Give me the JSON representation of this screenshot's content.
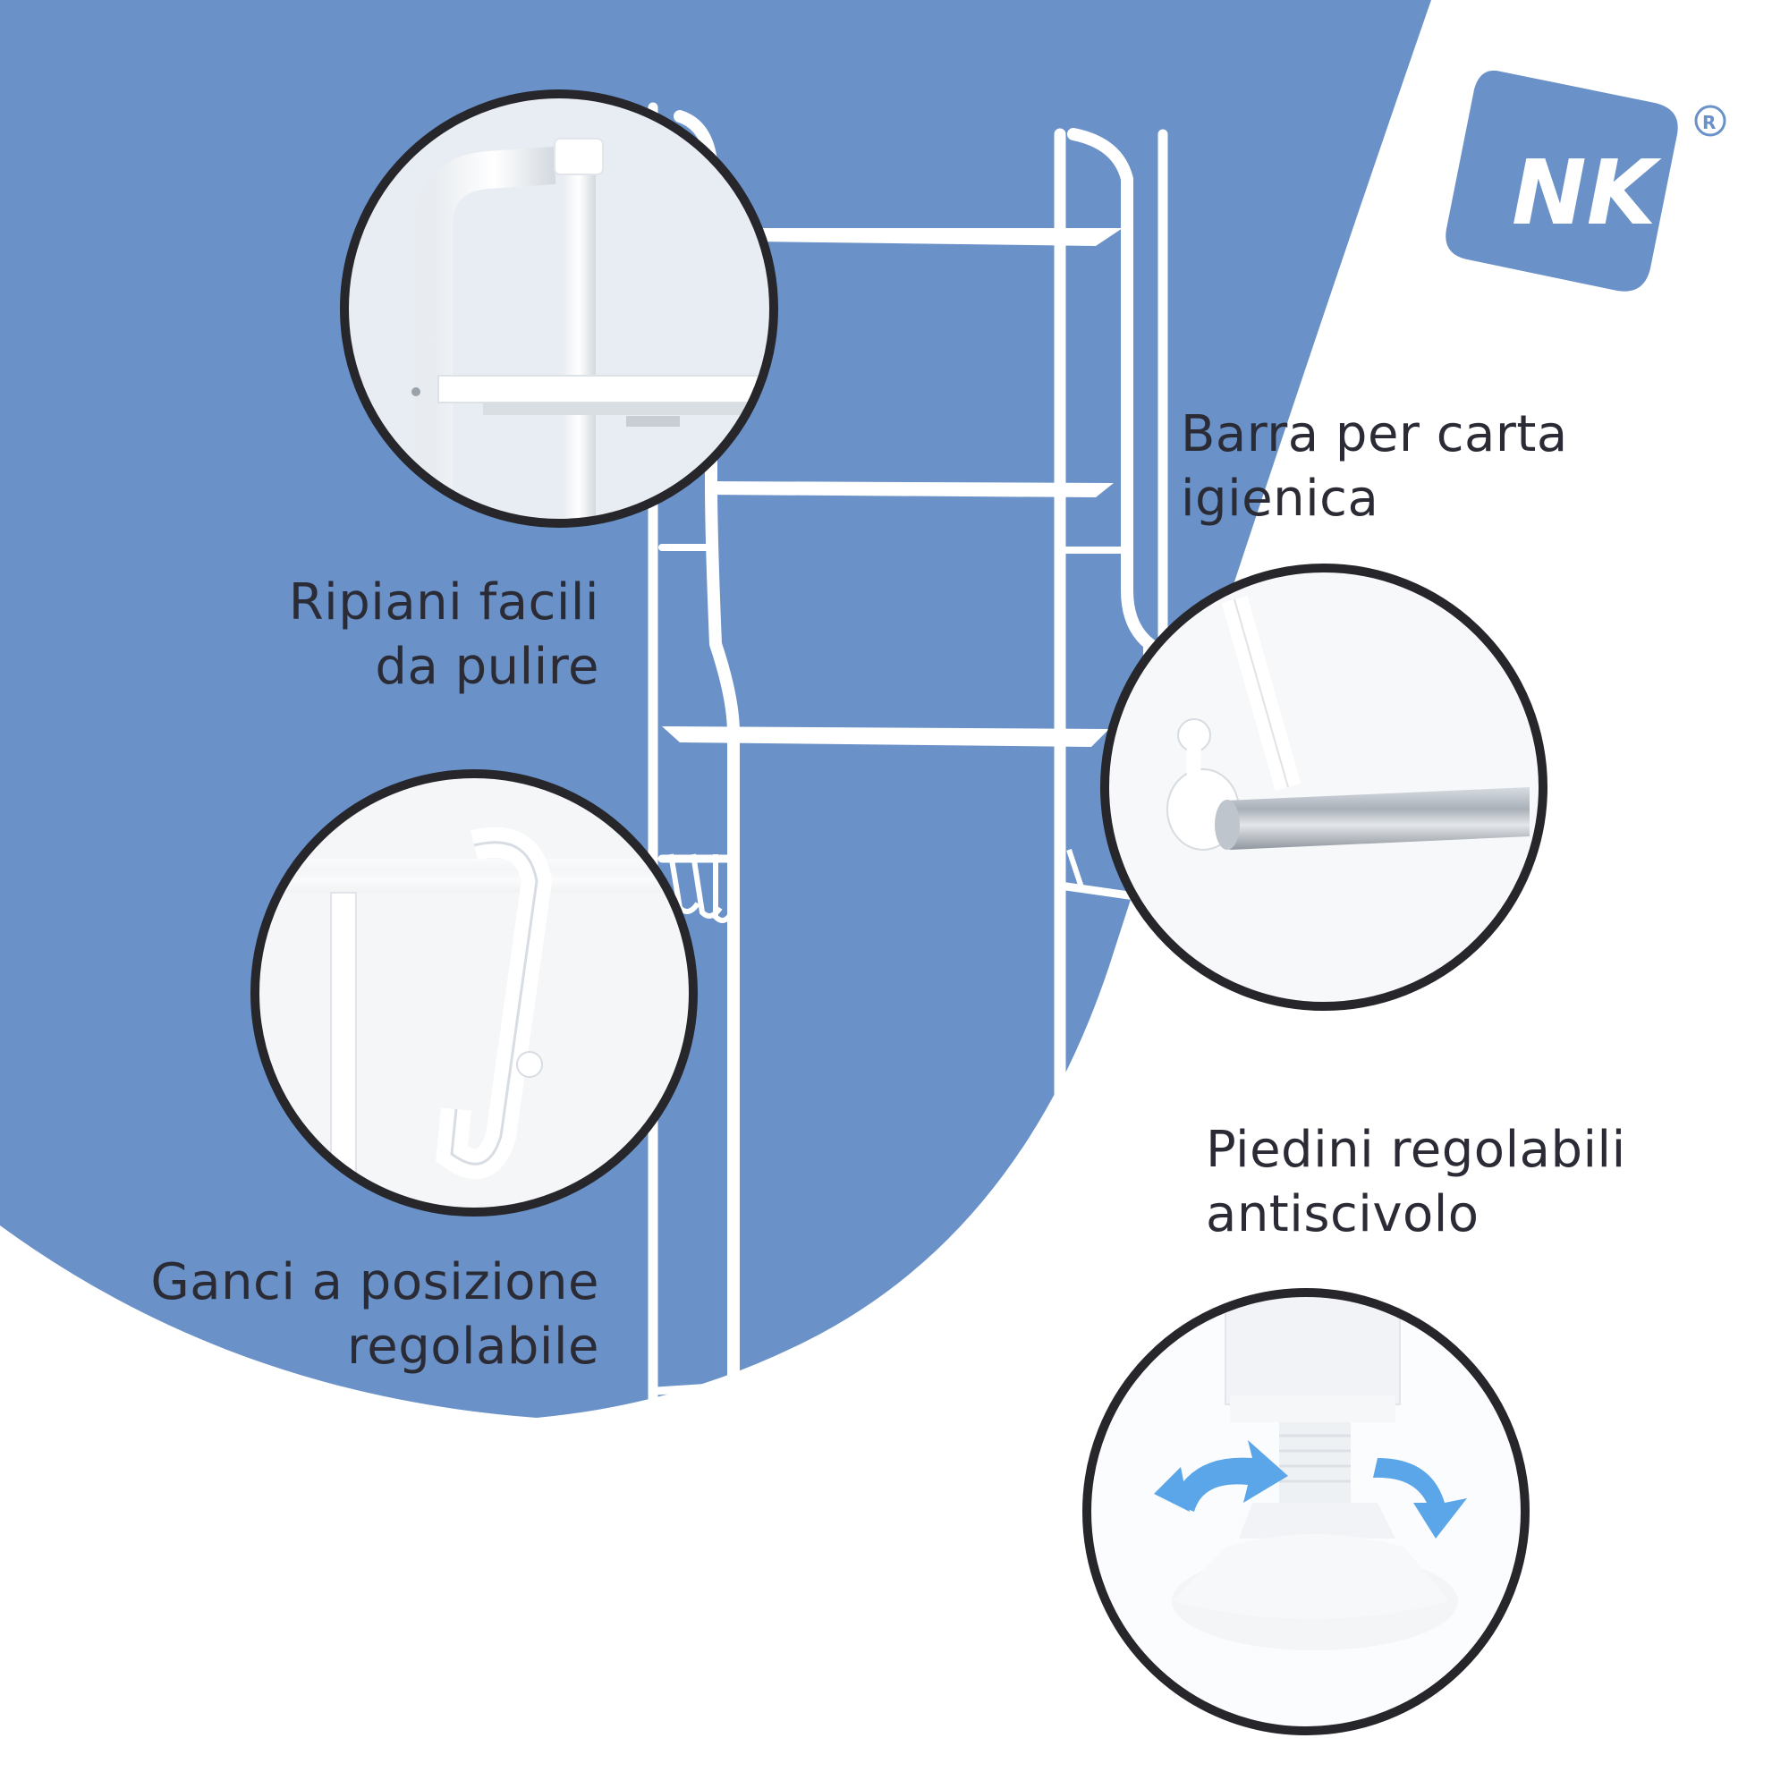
{
  "brand": {
    "logo_text": "NK",
    "registered_mark": "®",
    "color": "#6a92c8",
    "icon": "nk-logo-icon"
  },
  "colors": {
    "background_blue": "#6a92c8",
    "background_white": "#ffffff",
    "text": "#2b2b35",
    "circle_border": "#26262b",
    "arrow_blue": "#5aa6e8"
  },
  "features": [
    {
      "line1": "Ripiani facili",
      "line2": "da pulire",
      "icon": "shelf-detail-icon"
    },
    {
      "line1": "Ganci a posizione",
      "line2": "regolabile",
      "icon": "hook-detail-icon"
    },
    {
      "line1": "Barra per carta",
      "line2": "igienica",
      "icon": "toilet-paper-bar-icon"
    },
    {
      "line1": "Piedini regolabili",
      "line2": "antiscivolo",
      "icon": "adjustable-foot-icon"
    }
  ]
}
